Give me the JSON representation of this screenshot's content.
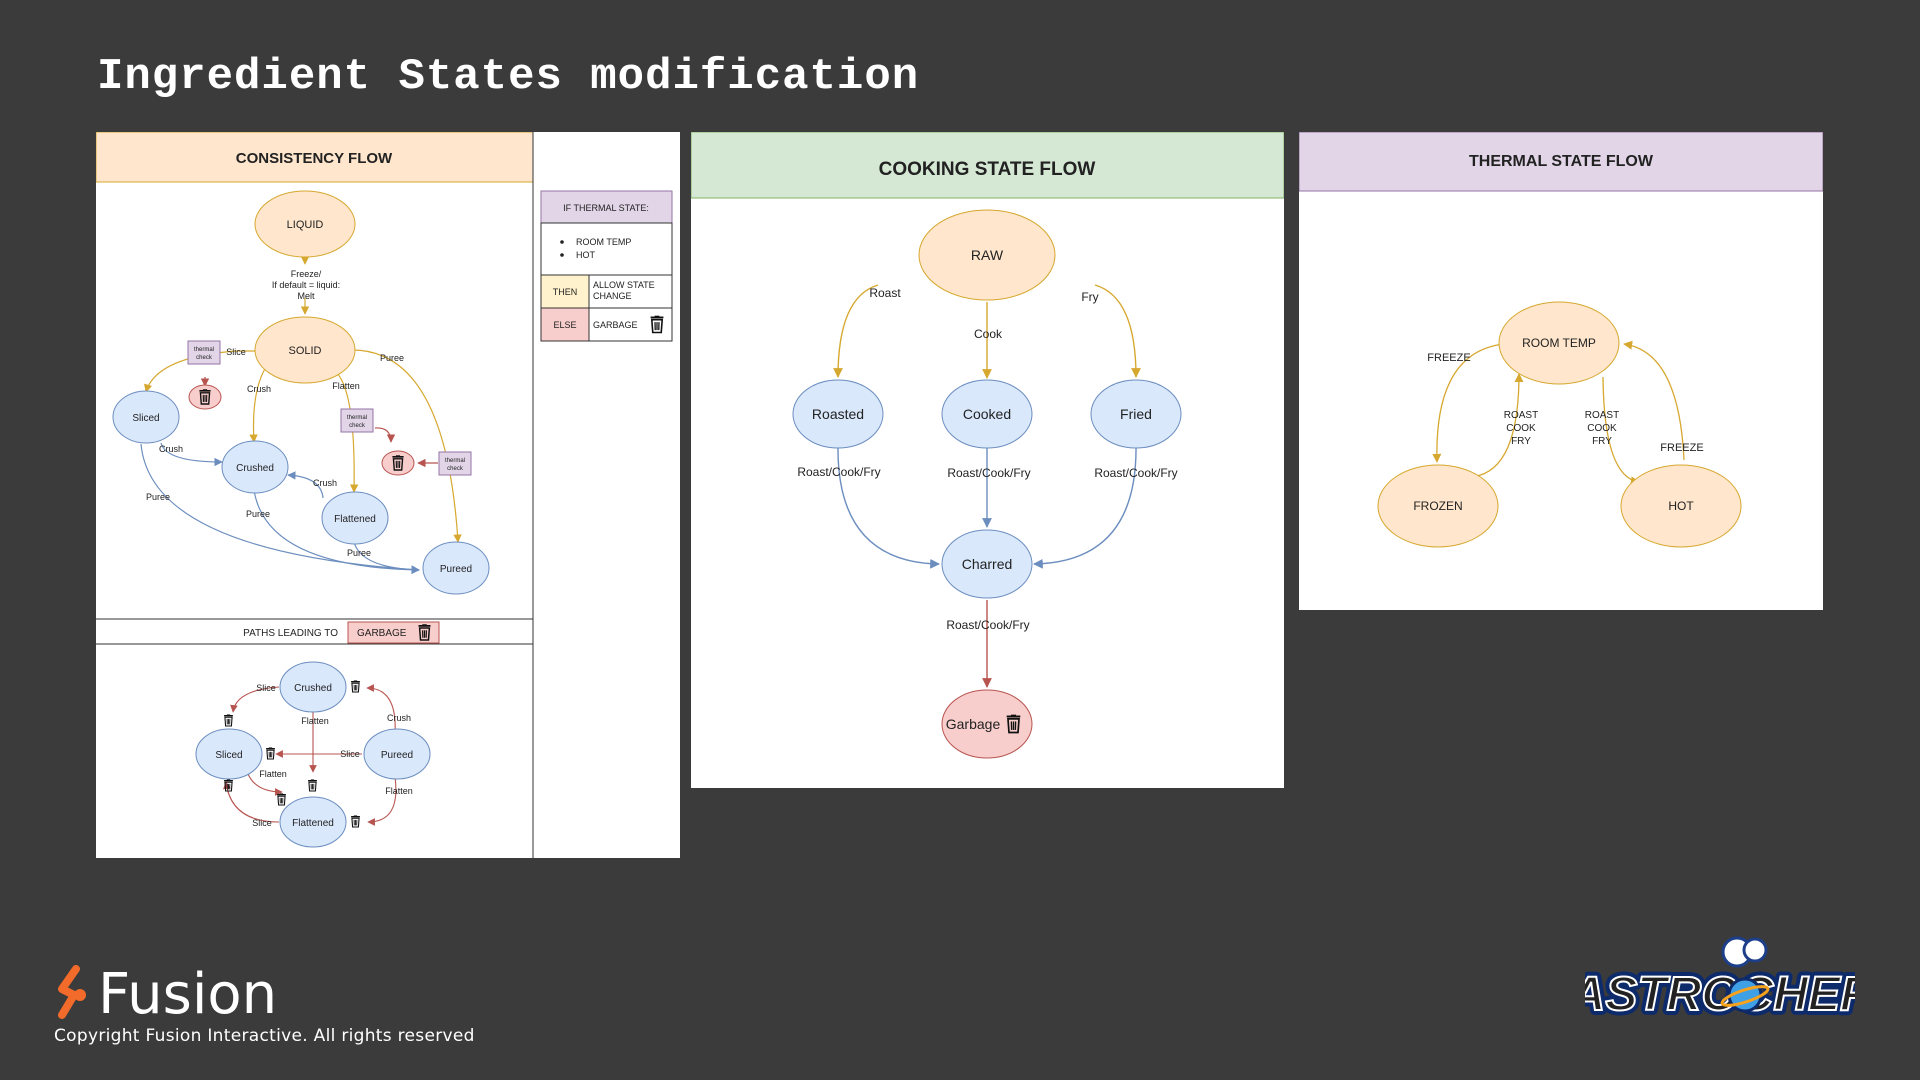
{
  "slide": {
    "title": "Ingredient States modification"
  },
  "consistency": {
    "header": "CONSISTENCY FLOW",
    "nodes": {
      "liquid": "LIQUID",
      "solid": "SOLID",
      "sliced": "Sliced",
      "crushed": "Crushed",
      "flattened": "Flattened",
      "pureed": "Pureed"
    },
    "edges": {
      "freeze_line1": "Freeze/",
      "freeze_line2": "If default = liquid:",
      "freeze_line3": "Melt",
      "slice": "Slice",
      "crush": "Crush",
      "crush2": "Crush",
      "crush3": "Crush",
      "flatten": "Flatten",
      "puree": "Puree",
      "puree2": "Puree",
      "puree3": "Puree",
      "puree4": "Puree"
    },
    "thermal_check_line1": "thermal",
    "thermal_check_line2": "check",
    "rule_table": {
      "header": "IF THERMAL STATE:",
      "items": [
        "ROOM TEMP",
        "HOT"
      ],
      "then_label": "THEN",
      "then_line1": "ALLOW STATE",
      "then_line2": "CHANGE",
      "else_label": "ELSE",
      "else_value": "GARBAGE"
    },
    "garbage_paths": {
      "label": "PATHS LEADING TO",
      "badge": "GARBAGE",
      "nodes": {
        "crushed": "Crushed",
        "sliced": "Sliced",
        "pureed": "Pureed",
        "flattened": "Flattened"
      },
      "edges": {
        "slice1": "Slice",
        "crush": "Crush",
        "flatten1": "Flatten",
        "slice2": "Slice",
        "flatten2": "Flatten",
        "flatten3": "Flatten",
        "slice3": "Slice"
      }
    }
  },
  "cooking": {
    "header": "COOKING STATE FLOW",
    "nodes": {
      "raw": "RAW",
      "roasted": "Roasted",
      "cooked": "Cooked",
      "fried": "Fried",
      "charred": "Charred",
      "garbage": "Garbage"
    },
    "edges": {
      "roast": "Roast",
      "cook": "Cook",
      "fry": "Fry",
      "rcf1": "Roast/Cook/Fry",
      "rcf2": "Roast/Cook/Fry",
      "rcf3": "Roast/Cook/Fry",
      "rcf4": "Roast/Cook/Fry"
    }
  },
  "thermal": {
    "header": "THERMAL STATE FLOW",
    "nodes": {
      "room_temp": "ROOM TEMP",
      "frozen": "FROZEN",
      "hot": "HOT"
    },
    "edges": {
      "freeze1": "FREEZE",
      "freeze2": "FREEZE",
      "rcf_a1": "ROAST",
      "rcf_a2": "COOK",
      "rcf_a3": "FRY",
      "rcf_b1": "ROAST",
      "rcf_b2": "COOK",
      "rcf_b3": "FRY"
    }
  },
  "footer": {
    "brand": "Fusion",
    "copyright": "Copyright Fusion Interactive. All rights reserved",
    "game_logo": "ASTROCHEF"
  },
  "colors": {
    "background": "#3b3b3b",
    "orange_node": "#fde0b7",
    "blue_node": "#dae8fc",
    "red_node": "#f8cecc",
    "purple_header": "#e1d5e7",
    "green_header": "#d5e8d4",
    "orange_edge": "#d6a82f",
    "blue_edge": "#6c8ebf",
    "red_edge": "#b85450",
    "logo_orange": "#f26b2a"
  }
}
